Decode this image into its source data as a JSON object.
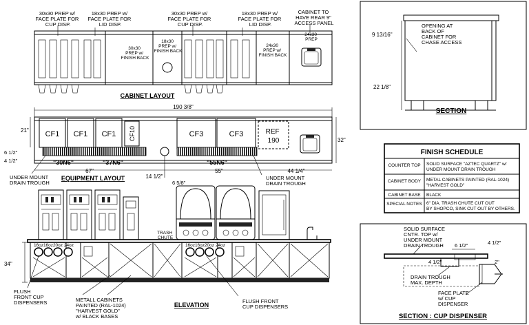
{
  "cabinet_layout": {
    "title": "CABINET LAYOUT",
    "notes": [
      {
        "lines": [
          "30x30 PREP w/",
          "FACE PLATE FOR",
          "CUP DISP."
        ]
      },
      {
        "lines": [
          "18x30 PREP w/",
          "FACE PLATE FOR",
          "LID DISP."
        ]
      },
      {
        "lines": [
          "30x30 PREP w/",
          "FACE PLATE FOR",
          "CUP DISP."
        ]
      },
      {
        "lines": [
          "18x30 PREP w/",
          "FACE PLATE FOR",
          "LID DISP."
        ]
      },
      {
        "lines": [
          "CABINET TO",
          "HAVE REAR 9\"",
          "ACCESS PANEL"
        ]
      }
    ],
    "inner_labels": [
      {
        "lines": [
          "30x30",
          "PREP w/",
          "FINISH BACK"
        ]
      },
      {
        "lines": [
          "18x30",
          "PREP w/",
          "FINISH BACK"
        ]
      },
      {
        "lines": [
          "24x30",
          "PREP w/",
          "FINISH BACK"
        ]
      },
      {
        "lines": [
          "24x30",
          "PREP"
        ]
      }
    ]
  },
  "equipment_layout": {
    "title": "EQUIPMENT LAYOUT",
    "overall_width": "190 3/8\"",
    "depth_left": "21\"",
    "depth_right": "32\"",
    "units": [
      "CF1",
      "CF1",
      "CF1",
      "CF10",
      "CF3",
      "CF3"
    ],
    "ref": [
      "REF",
      "190"
    ],
    "grate_labels": [
      "\"30N6\"",
      "\"37N6\"",
      "\"55N6\""
    ],
    "dims": [
      "67\"",
      "14 1/2\"",
      "55\"",
      "44 1/4\"",
      "6 1/2\"",
      "4 1/2\"",
      "6 5/8\""
    ],
    "callouts": [
      {
        "lines": [
          "UNDER MOUNT",
          "DRAIN TROUGH"
        ]
      },
      {
        "lines": [
          "UNDER MOUNT",
          "DRAIN TROUGH"
        ]
      }
    ]
  },
  "section": {
    "title": "SECTION",
    "height_upper": "9 13/16\"",
    "height_lower": "22 1/8\"",
    "note": [
      "OPENING AT",
      "BACK OF",
      "CABINET FOR",
      "CHASE ACCESS"
    ]
  },
  "finish_schedule": {
    "title": "FINISH SCHEDULE",
    "rows": [
      {
        "label": "COUNTER TOP",
        "lines": [
          "SOLID SURFACE \"AZTEC QUARTZ\" w/",
          "UNDER MOUNT DRAIN TROUGH"
        ]
      },
      {
        "label": "CABINET BODY",
        "lines": [
          "METAL CABINETS PAINTED (RAL-1024)",
          "\"HARVEST GOLD\""
        ]
      },
      {
        "label": "CABINET BASE",
        "lines": [
          "BLACK"
        ]
      },
      {
        "label": "SPECIAL NOTES",
        "lines": [
          "6\" DIA. TRASH CHUTE CUT OUT",
          "BY SHOPCO, SINK CUT OUT BY OTHERS."
        ]
      }
    ]
  },
  "elevation": {
    "title": "ELEVATION",
    "height": "34\"",
    "trash_chute": [
      "TRASH",
      "CHUTE"
    ],
    "cup_sizes": [
      "16oz",
      "16oz",
      "20oz",
      "24oz"
    ],
    "notes": [
      {
        "lines": [
          "FLUSH",
          "FRONT CUP",
          "DISPENSERS"
        ]
      },
      {
        "lines": [
          "METALL CABINETS",
          "PAINTED (RAL-1024)",
          "\"HARVEST GOLD\"",
          "w/ BLACK BASES"
        ]
      },
      {
        "lines": [
          "FLUSH FRONT",
          "CUP DISPENSERS"
        ]
      }
    ]
  },
  "section_cup": {
    "title": "SECTION : CUP DISPENSER",
    "notes": [
      {
        "lines": [
          "SOLID SURFACE",
          "CNTR. TOP w/",
          "UNDER MOUNT",
          "DRAIN TROUGH"
        ]
      },
      {
        "lines": [
          "DRAIN TROUGH",
          "MAX. DEPTH"
        ]
      },
      {
        "lines": [
          "FACE PLATE",
          "w/ CUP",
          "DISPENSER"
        ]
      }
    ],
    "dims": [
      "6 1/2\"",
      "4 1/2\"",
      "4 1/2\"",
      "2\""
    ]
  }
}
